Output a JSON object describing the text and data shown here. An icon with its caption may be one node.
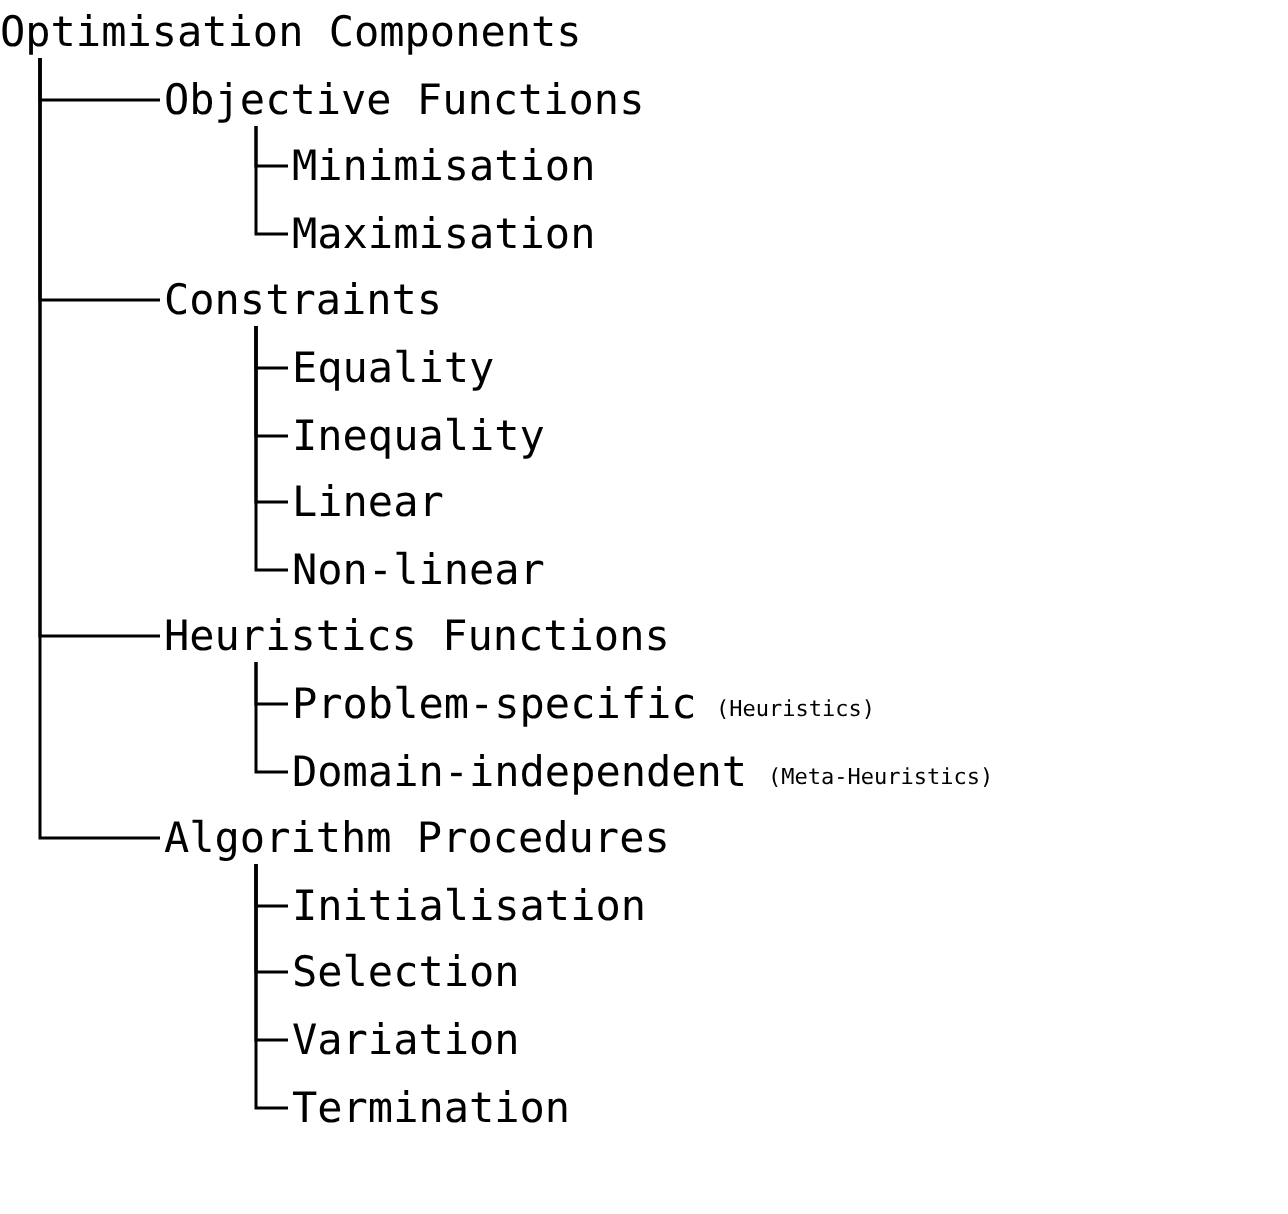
{
  "diagram": {
    "nodes": [
      {
        "text": [
          "Optimisation Components"
        ]
      },
      {
        "text": [
          "Objective Functions"
        ]
      },
      {
        "text": [
          "Minimisation"
        ]
      },
      {
        "text": [
          "Maximisation"
        ]
      },
      {
        "text": [
          "Constraints"
        ]
      },
      {
        "text": [
          "Equality"
        ]
      },
      {
        "text": [
          "Inequality"
        ]
      },
      {
        "text": [
          "Linear"
        ]
      },
      {
        "text": [
          "Non-linear"
        ]
      },
      {
        "text": [
          "Heuristics Functions"
        ]
      },
      {
        "text": [
          "Problem-specific"
        ],
        "beside": [
          "(Heuristics)"
        ]
      },
      {
        "text": [
          "Domain-independent"
        ],
        "beside": [
          "(Meta-Heuristics)"
        ]
      },
      {
        "text": [
          "Algorithm Procedures"
        ]
      },
      {
        "text": [
          "Initialisation"
        ]
      },
      {
        "text": [
          "Selection"
        ]
      },
      {
        "text": [
          "Variation"
        ]
      },
      {
        "text": [
          "Termination"
        ]
      }
    ],
    "edges": [
      {
        "from": 0,
        "to": 1,
        "arrow": "none"
      },
      {
        "from": 1,
        "to": 2,
        "arrow": "none"
      },
      {
        "from": 1,
        "to": 3,
        "arrow": "none"
      },
      {
        "from": 0,
        "to": 4,
        "arrow": "none"
      },
      {
        "from": 4,
        "to": 5,
        "arrow": "none"
      },
      {
        "from": 4,
        "to": 6,
        "arrow": "none"
      },
      {
        "from": 4,
        "to": 7,
        "arrow": "none"
      },
      {
        "from": 4,
        "to": 8,
        "arrow": "none"
      },
      {
        "from": 0,
        "to": 9,
        "arrow": "none"
      },
      {
        "from": 9,
        "to": 10,
        "arrow": "none"
      },
      {
        "from": 9,
        "to": 11,
        "arrow": "none"
      },
      {
        "from": 0,
        "to": 12,
        "arrow": "none"
      },
      {
        "from": 12,
        "to": 13,
        "arrow": "none"
      },
      {
        "from": 12,
        "to": 14,
        "arrow": "none"
      },
      {
        "from": 12,
        "to": 15,
        "arrow": "none"
      },
      {
        "from": 12,
        "to": 16,
        "arrow": "none"
      }
    ]
  }
}
